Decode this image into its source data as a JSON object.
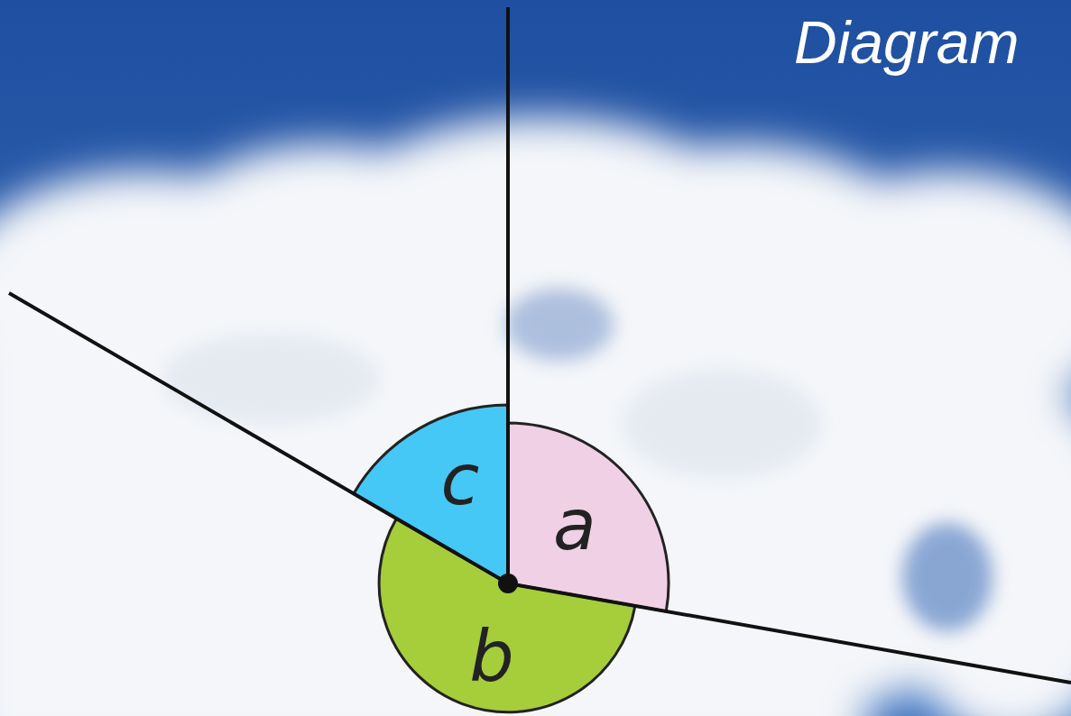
{
  "diagram": {
    "title": "Diagram",
    "labels": [
      "c",
      "a",
      "b"
    ]
  }
}
